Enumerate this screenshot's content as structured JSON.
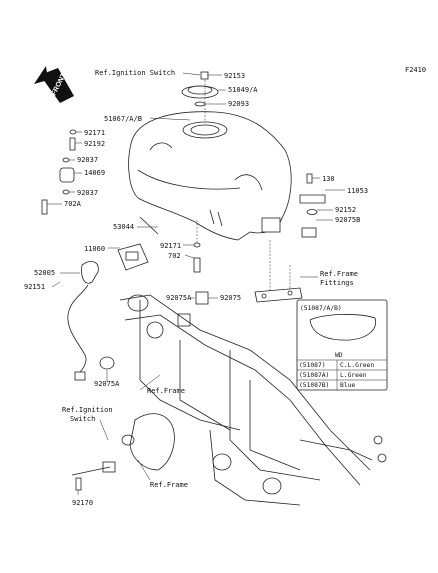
{
  "figure_code": "F2410",
  "front_label": "FRONT",
  "callouts": {
    "ref_ignition_switch_top": "Ref.Ignition Switch",
    "c92153": "92153",
    "c51049": "51049/A",
    "c92093": "92093",
    "c51067": "51067/A/B",
    "c92171a": "92171",
    "c92192": "92192",
    "c92037a": "92037",
    "c14069": "14069",
    "c92037b": "92037",
    "c702a": "702A",
    "c130": "130",
    "c11053": "11053",
    "c92152": "92152",
    "c92075b": "92075B",
    "c53044": "53044",
    "c11060": "11060",
    "c92171b": "92171",
    "c702": "702",
    "ref_frame_fittings_1": "Ref.Frame",
    "ref_frame_fittings_2": "Fittings",
    "c52005": "52005",
    "c92151": "92151",
    "c92075a_1": "92075A",
    "c92075": "92075",
    "c92075a_2": "92075A",
    "ref_frame_mid": "Ref.Frame",
    "ref_ignition_switch_bottom_1": "Ref.Ignition",
    "ref_ignition_switch_bottom_2": "Switch",
    "ref_frame_bottom": "Ref.Frame",
    "c92170": "92170"
  },
  "inset": {
    "title": "(51087/A/B)",
    "note": "WD",
    "table": [
      {
        "code": "(51087)",
        "desc": "C.L.Green"
      },
      {
        "code": "(51087A)",
        "desc": "L.Green"
      },
      {
        "code": "(51087B)",
        "desc": "Blue"
      }
    ]
  }
}
